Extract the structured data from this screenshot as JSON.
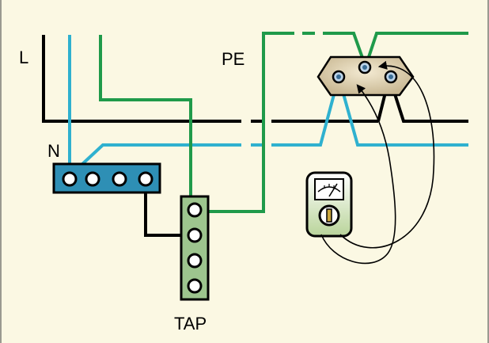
{
  "labels": {
    "line": "L",
    "neutral": "N",
    "protective_earth": "PE",
    "terminal_block": "TAP"
  },
  "colors": {
    "background": "#fbf8e3",
    "border": "#9a9a90",
    "wire_line": "#000000",
    "wire_neutral": "#2fb1cf",
    "wire_pe": "#1f9a4a",
    "neutral_bar": "#2e8fb5",
    "tap_block": "#9dc58e",
    "socket": "#d9ccae",
    "meter_body": "#cfe0b3"
  },
  "icons": {
    "socket": "schuko-socket-icon",
    "meter": "analog-meter-icon"
  }
}
